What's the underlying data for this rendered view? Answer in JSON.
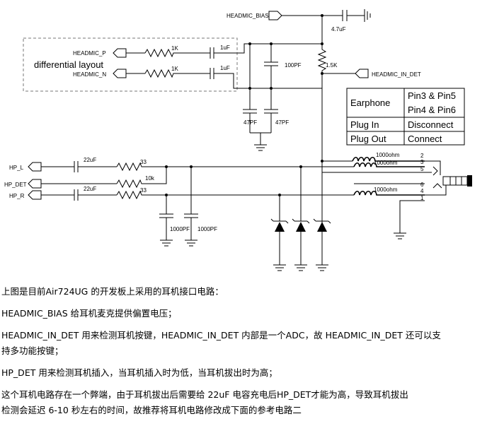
{
  "schematic": {
    "nets": {
      "headmic_bias": "HEADMIC_BIAS",
      "headmic_p": "HEADMIC_P",
      "headmic_n": "HEADMIC_N",
      "headmic_in_det": "HEADMIC_IN_DET",
      "hp_l": "HP_L",
      "hp_det": "HP_DET",
      "hp_r": "HP_R"
    },
    "differential_label": "differential layout",
    "components": {
      "c_bias": "4.7uF",
      "r_p": "1K",
      "c_p": "1uF",
      "r_n": "1K",
      "c_n": "1uF",
      "c_100": "100PF",
      "r_pull": "1.5K",
      "c_47a": "47PF",
      "c_47b": "47PF",
      "c_l": "22uF",
      "r_l": "33",
      "r_det": "10k",
      "c_r": "22uF",
      "r_r": "33",
      "c_1000a": "1000PF",
      "c_1000b": "1000PF",
      "fb_1": "1000ohm",
      "fb_2": "1000ohm",
      "fb_3": "1000ohm"
    },
    "pins": [
      "2",
      "3",
      "5",
      "6",
      "4",
      "1"
    ],
    "table": {
      "rows": [
        {
          "state": "Earphone",
          "line1": "Pin3 & Pin5",
          "line2": "Pin4 & Pin6"
        },
        {
          "state": "Plug In",
          "line1": "Disconnect",
          "line2": ""
        },
        {
          "state": "Plug Out",
          "line1": "Connect",
          "line2": ""
        }
      ]
    }
  },
  "notes": {
    "p1": "上图是目前Air724UG 的开发板上采用的耳机接口电路：",
    "p2": "HEADMIC_BIAS 给耳机麦克提供偏置电压；",
    "p3a": "HEADMIC_IN_DET 用来检测耳机按键，HEADMIC_IN_DET 内部是一个ADC，故 HEADMIC_IN_DET 还可以支",
    "p3b": "持多功能按键；",
    "p4": "HP_DET 用来检测耳机插入，当耳机插入时为低，当耳机拔出时为高；",
    "p5a": "这个耳机电路存在一个弊端，由于耳机拔出后需要给 22uF 电容充电后HP_DET才能为高，导致耳机拔出",
    "p5b": "检测会延迟 6-10 秒左右的时间，故推荐将耳机电路修改成下面的参考电路二"
  }
}
